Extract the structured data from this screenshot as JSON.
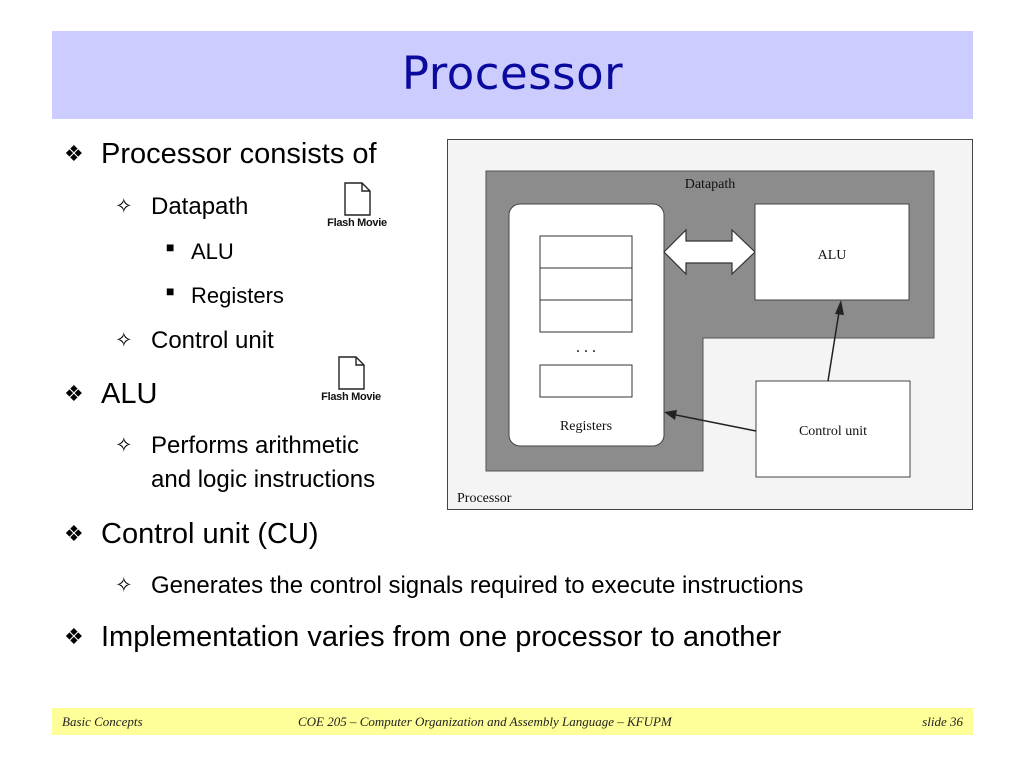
{
  "slide_title": "Processor",
  "bullets": {
    "b1": "Processor consists of",
    "b1_1": "Datapath",
    "b1_1_1": "ALU",
    "b1_1_2": "Registers",
    "b1_2": "Control unit",
    "b2": "ALU",
    "b2_1_line1": "Performs arithmetic",
    "b2_1_line2": "and logic instructions",
    "b3": "Control unit (CU)",
    "b3_1": "Generates the control signals required to execute instructions",
    "b4": "Implementation varies from one processor to another"
  },
  "flash_movie": {
    "label": "Flash Movie"
  },
  "diagram": {
    "datapath_label": "Datapath",
    "alu_label": "ALU",
    "registers_label": "Registers",
    "ellipsis": ". . .",
    "control_unit_label": "Control unit",
    "processor_label": "Processor"
  },
  "footer": {
    "left": "Basic Concepts",
    "center": "COE 205 – Computer Organization and Assembly Language – KFUPM",
    "right": "slide 36"
  },
  "colors": {
    "title_band": "#ccccff",
    "title_text": "#0a0a9e",
    "footer_band": "#ffff99",
    "datapath_fill": "#8c8c8c"
  },
  "icons": {
    "level1": "diamond-bullet-icon",
    "level2": "star-bullet-icon",
    "level3": "square-bullet-icon"
  }
}
